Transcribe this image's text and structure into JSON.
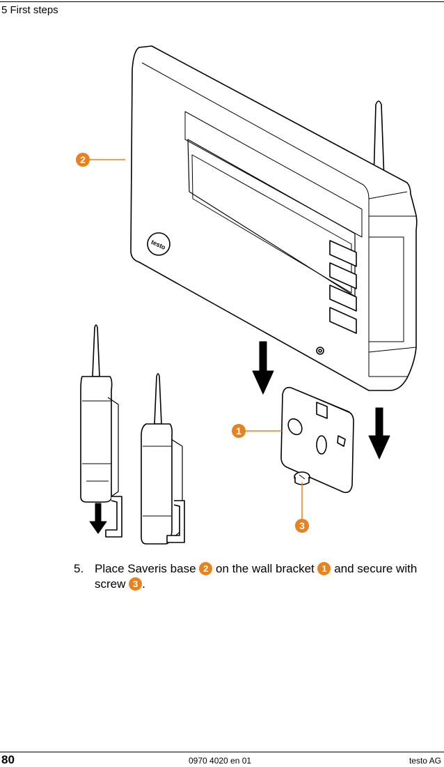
{
  "header": {
    "section_title": "5 First steps"
  },
  "figure": {
    "device_logo": "testo",
    "callouts": [
      {
        "number": "2",
        "label": "Saveris base"
      },
      {
        "number": "1",
        "label": "wall bracket"
      },
      {
        "number": "3",
        "label": "screw"
      }
    ]
  },
  "step": {
    "number": "5.",
    "text_before_2": "Place Saveris base",
    "badge_2": "2",
    "text_before_1": "on the wall bracket",
    "badge_1": "1",
    "text_before_3": "and secure with screw",
    "badge_3": "3",
    "text_end": "."
  },
  "footer": {
    "page_number": "80",
    "document_number": "0970 4020 en 01",
    "company": "testo AG"
  },
  "colors": {
    "callout": "#e8821e",
    "line": "#000000"
  }
}
